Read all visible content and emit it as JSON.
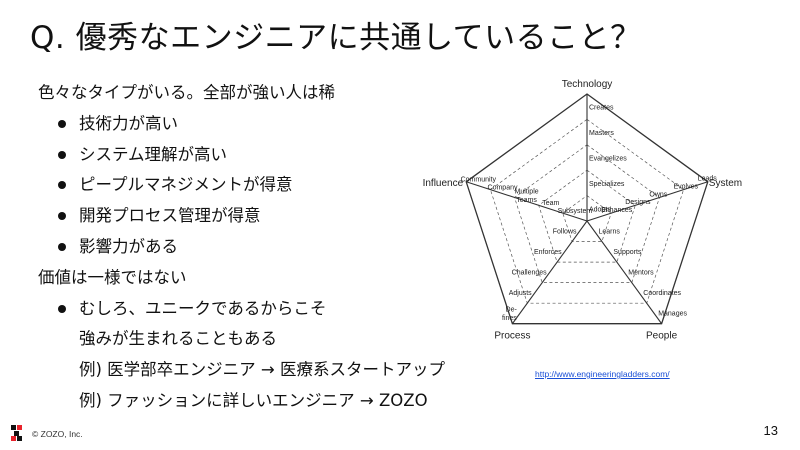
{
  "title": "Q. 優秀なエンジニアに共通していること？",
  "bullets": [
    {
      "level": 1,
      "text": "色々なタイプがいる。全部が強い人は稀"
    },
    {
      "level": 2,
      "text": "技術力が高い"
    },
    {
      "level": 2,
      "text": "システム理解が高い"
    },
    {
      "level": 2,
      "text": "ピープルマネジメントが得意"
    },
    {
      "level": 2,
      "text": "開発プロセス管理が得意"
    },
    {
      "level": 2,
      "text": "影響力がある"
    },
    {
      "level": 1,
      "text": "価値は一様ではない"
    },
    {
      "level": 2,
      "text": "むしろ、ユニークであるからこそ"
    },
    {
      "level": 3,
      "text": "強みが生まれることもある"
    },
    {
      "level": 3,
      "text": "例) 医学部卒エンジニア → 医療系スタートアップ"
    },
    {
      "level": 3,
      "text": "例) ファッションに詳しいエンジニア → ZOZO"
    }
  ],
  "diagram": {
    "axes": [
      {
        "name": "Technology",
        "levels": [
          "Adopts",
          "Specializes",
          "Evangelizes",
          "Masters",
          "Creates"
        ]
      },
      {
        "name": "System",
        "levels": [
          "Enhances",
          "Designs",
          "Owns",
          "Evolves",
          "Leads"
        ]
      },
      {
        "name": "People",
        "levels": [
          "Learns",
          "Supports",
          "Mentors",
          "Coordinates",
          "Manages"
        ]
      },
      {
        "name": "Process",
        "levels": [
          "Follows",
          "Enforces",
          "Challenges",
          "Adjusts",
          "De-\nfines"
        ]
      },
      {
        "name": "Influence",
        "levels": [
          "Subsystem",
          "Team",
          "Multiple\nTeams",
          "Company",
          "Community"
        ]
      }
    ]
  },
  "source_link": "http://www.engineeringladders.com/",
  "footer": {
    "copyright": "© ZOZO, Inc.",
    "page_number": "13"
  },
  "colors": {
    "text": "#111111",
    "link": "#1a4fd6",
    "logo_red": "#e8232c",
    "logo_black": "#111111"
  }
}
